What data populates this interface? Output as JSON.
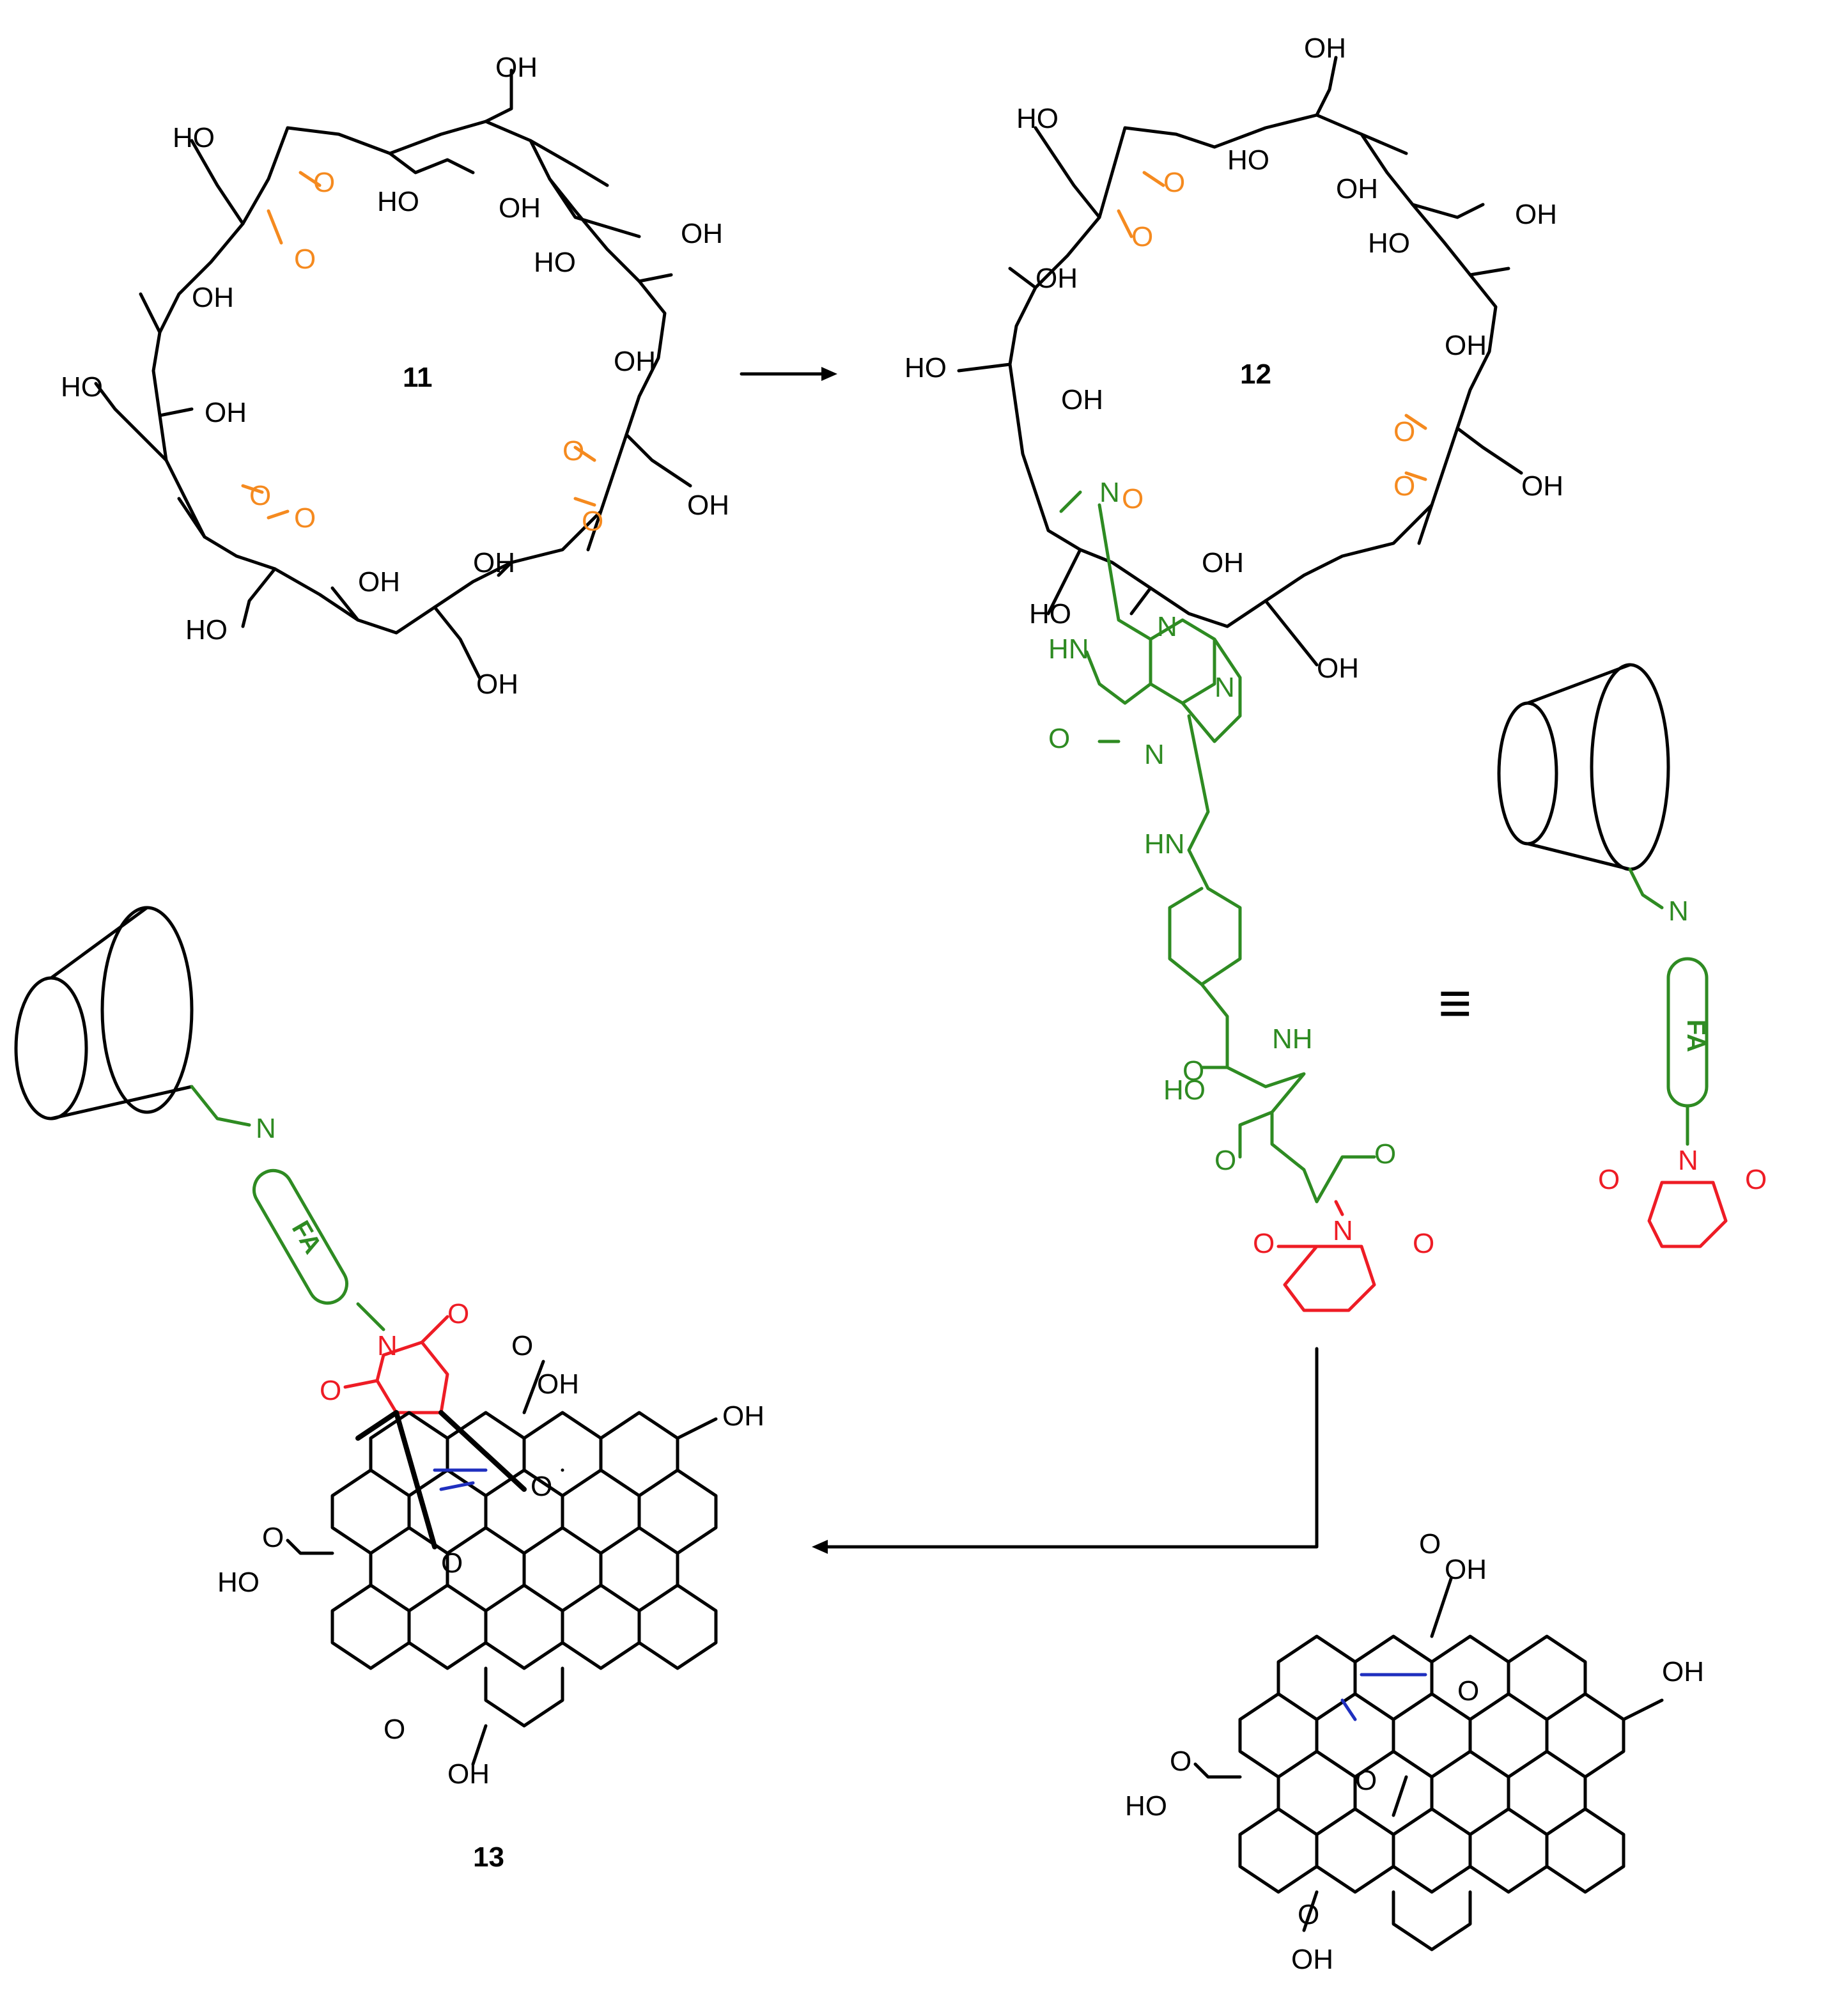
{
  "compounds": {
    "c11": "11",
    "c12": "12",
    "c13": "13"
  },
  "atoms": {
    "oh": "OH",
    "ho": "HO",
    "o": "O",
    "n": "N",
    "hn": "HN",
    "nh": "NH",
    "fa": "FA"
  },
  "colors": {
    "bond": "#000000",
    "folate": "#2e8b22",
    "maleimide": "#ee1c25",
    "aldehyde": "#f58a1f",
    "graphene_double_bond": "#1f2fbf"
  },
  "symbols": {
    "equivalence": "≡"
  }
}
